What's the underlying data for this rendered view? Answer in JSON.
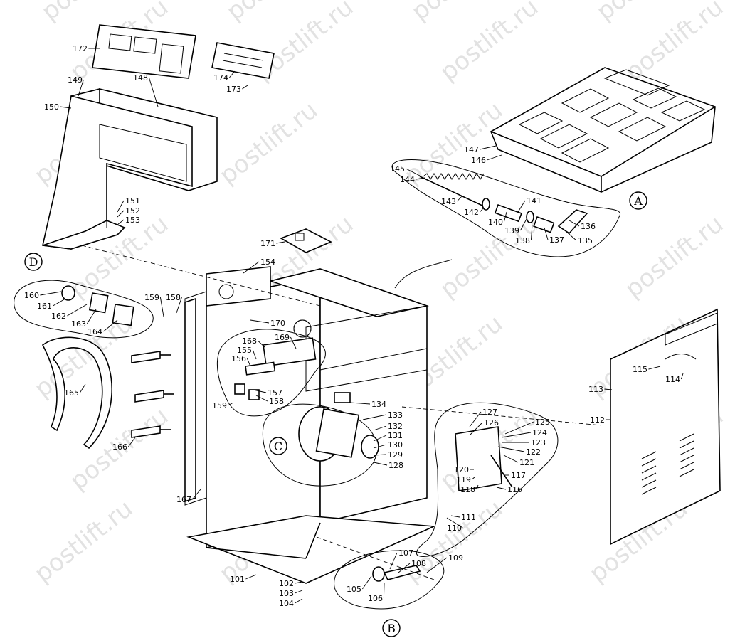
{
  "watermark": "postlift.ru",
  "callouts": [
    "A",
    "B",
    "C",
    "D"
  ],
  "part_numbers": [
    "101",
    "102",
    "103",
    "104",
    "105",
    "106",
    "107",
    "108",
    "109",
    "110",
    "111",
    "112",
    "113",
    "114",
    "115",
    "116",
    "117",
    "118",
    "119",
    "120",
    "121",
    "122",
    "123",
    "124",
    "125",
    "126",
    "127",
    "128",
    "129",
    "130",
    "131",
    "132",
    "133",
    "134",
    "135",
    "136",
    "137",
    "138",
    "139",
    "140",
    "141",
    "142",
    "143",
    "144",
    "145",
    "146",
    "147",
    "148",
    "149",
    "150",
    "151",
    "152",
    "153",
    "154",
    "155",
    "156",
    "157",
    "158",
    "158",
    "159",
    "159",
    "160",
    "161",
    "162",
    "163",
    "164",
    "165",
    "166",
    "167",
    "168",
    "169",
    "170",
    "171",
    "172",
    "173",
    "174"
  ]
}
